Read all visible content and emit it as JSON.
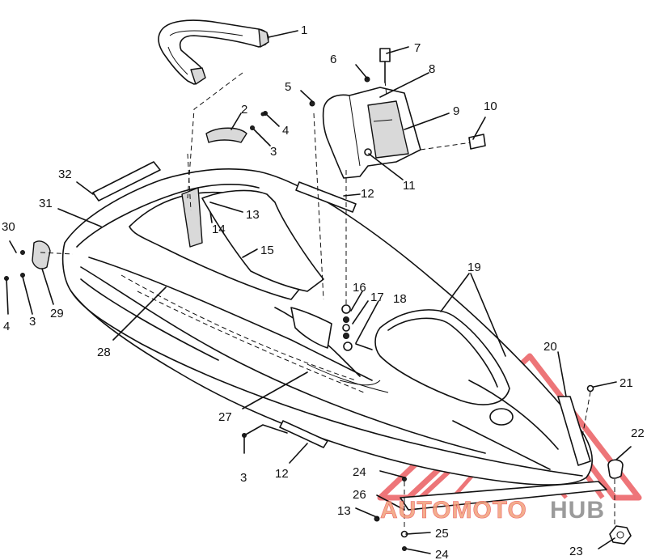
{
  "part_labels": [
    {
      "id": "l1",
      "text": "1"
    },
    {
      "id": "l2",
      "text": "2"
    },
    {
      "id": "l3a",
      "text": "3"
    },
    {
      "id": "l3b",
      "text": "3"
    },
    {
      "id": "l3c",
      "text": "3"
    },
    {
      "id": "l4a",
      "text": "4"
    },
    {
      "id": "l4b",
      "text": "4"
    },
    {
      "id": "l5",
      "text": "5"
    },
    {
      "id": "l6",
      "text": "6"
    },
    {
      "id": "l7",
      "text": "7"
    },
    {
      "id": "l8",
      "text": "8"
    },
    {
      "id": "l9",
      "text": "9"
    },
    {
      "id": "l10",
      "text": "10"
    },
    {
      "id": "l11",
      "text": "11"
    },
    {
      "id": "l12a",
      "text": "12"
    },
    {
      "id": "l12b",
      "text": "12"
    },
    {
      "id": "l13a",
      "text": "13"
    },
    {
      "id": "l13b",
      "text": "13"
    },
    {
      "id": "l14",
      "text": "14"
    },
    {
      "id": "l15",
      "text": "15"
    },
    {
      "id": "l16",
      "text": "16"
    },
    {
      "id": "l17",
      "text": "17"
    },
    {
      "id": "l18",
      "text": "18"
    },
    {
      "id": "l19",
      "text": "19"
    },
    {
      "id": "l20",
      "text": "20"
    },
    {
      "id": "l21",
      "text": "21"
    },
    {
      "id": "l22",
      "text": "22"
    },
    {
      "id": "l23",
      "text": "23"
    },
    {
      "id": "l24a",
      "text": "24"
    },
    {
      "id": "l24b",
      "text": "24"
    },
    {
      "id": "l25",
      "text": "25"
    },
    {
      "id": "l26",
      "text": "26"
    },
    {
      "id": "l27",
      "text": "27"
    },
    {
      "id": "l28",
      "text": "28"
    },
    {
      "id": "l29",
      "text": "29"
    },
    {
      "id": "l30",
      "text": "30"
    },
    {
      "id": "l31",
      "text": "31"
    },
    {
      "id": "l32",
      "text": "32"
    }
  ],
  "watermark": {
    "text_part1": "AUTOMOTO",
    "text_part2": "HUB",
    "color_primary": "#e8474c",
    "color_secondary": "#f2a07a",
    "color_hub": "#8a8a8a"
  }
}
